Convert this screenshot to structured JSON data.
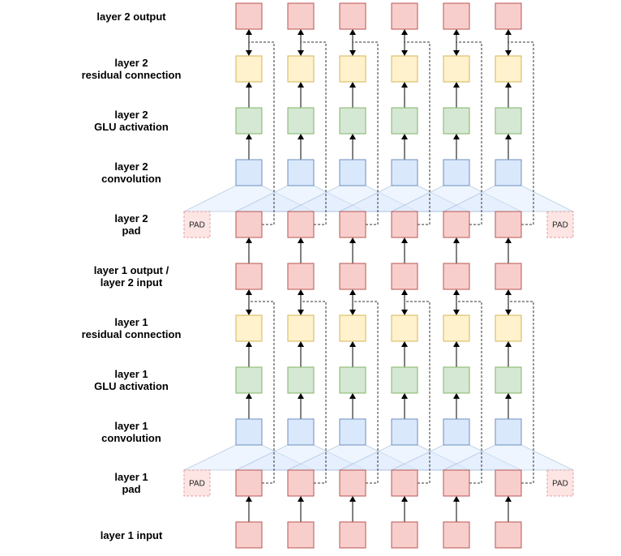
{
  "rows": [
    {
      "id": "l2-output",
      "kind": "red",
      "label": "layer 2 output"
    },
    {
      "id": "l2-resid",
      "kind": "yellow",
      "label": "layer 2\nresidual connection"
    },
    {
      "id": "l2-glu",
      "kind": "green",
      "label": "layer 2\nGLU activation"
    },
    {
      "id": "l2-conv",
      "kind": "blue",
      "label": "layer 2\nconvolution"
    },
    {
      "id": "l2-pad",
      "kind": "red",
      "label": "layer 2\npad"
    },
    {
      "id": "l1-output",
      "kind": "red",
      "label": "layer 1 output /\nlayer 2 input"
    },
    {
      "id": "l1-resid",
      "kind": "yellow",
      "label": "layer 1\nresidual connection"
    },
    {
      "id": "l1-glu",
      "kind": "green",
      "label": "layer 1\nGLU activation"
    },
    {
      "id": "l1-conv",
      "kind": "blue",
      "label": "layer 1\nconvolution"
    },
    {
      "id": "l1-pad",
      "kind": "red",
      "label": "layer 1\npad"
    },
    {
      "id": "l1-input",
      "kind": "red",
      "label": "layer 1 input"
    }
  ],
  "columns": 6,
  "pad_label": "PAD",
  "colors": {
    "red": {
      "fill": "#f8cecc",
      "stroke": "#b85450"
    },
    "yellow": {
      "fill": "#fff2cc",
      "stroke": "#d6b656"
    },
    "green": {
      "fill": "#d5e8d4",
      "stroke": "#82b366"
    },
    "blue": {
      "fill": "#dae8fc",
      "stroke": "#6c8ebf"
    },
    "pad": {
      "fill": "#fde5e4",
      "stroke": "#e0a0a0"
    },
    "conv_wedge": {
      "fill": "#dae8fc",
      "stroke": "#6c8ebf"
    }
  }
}
